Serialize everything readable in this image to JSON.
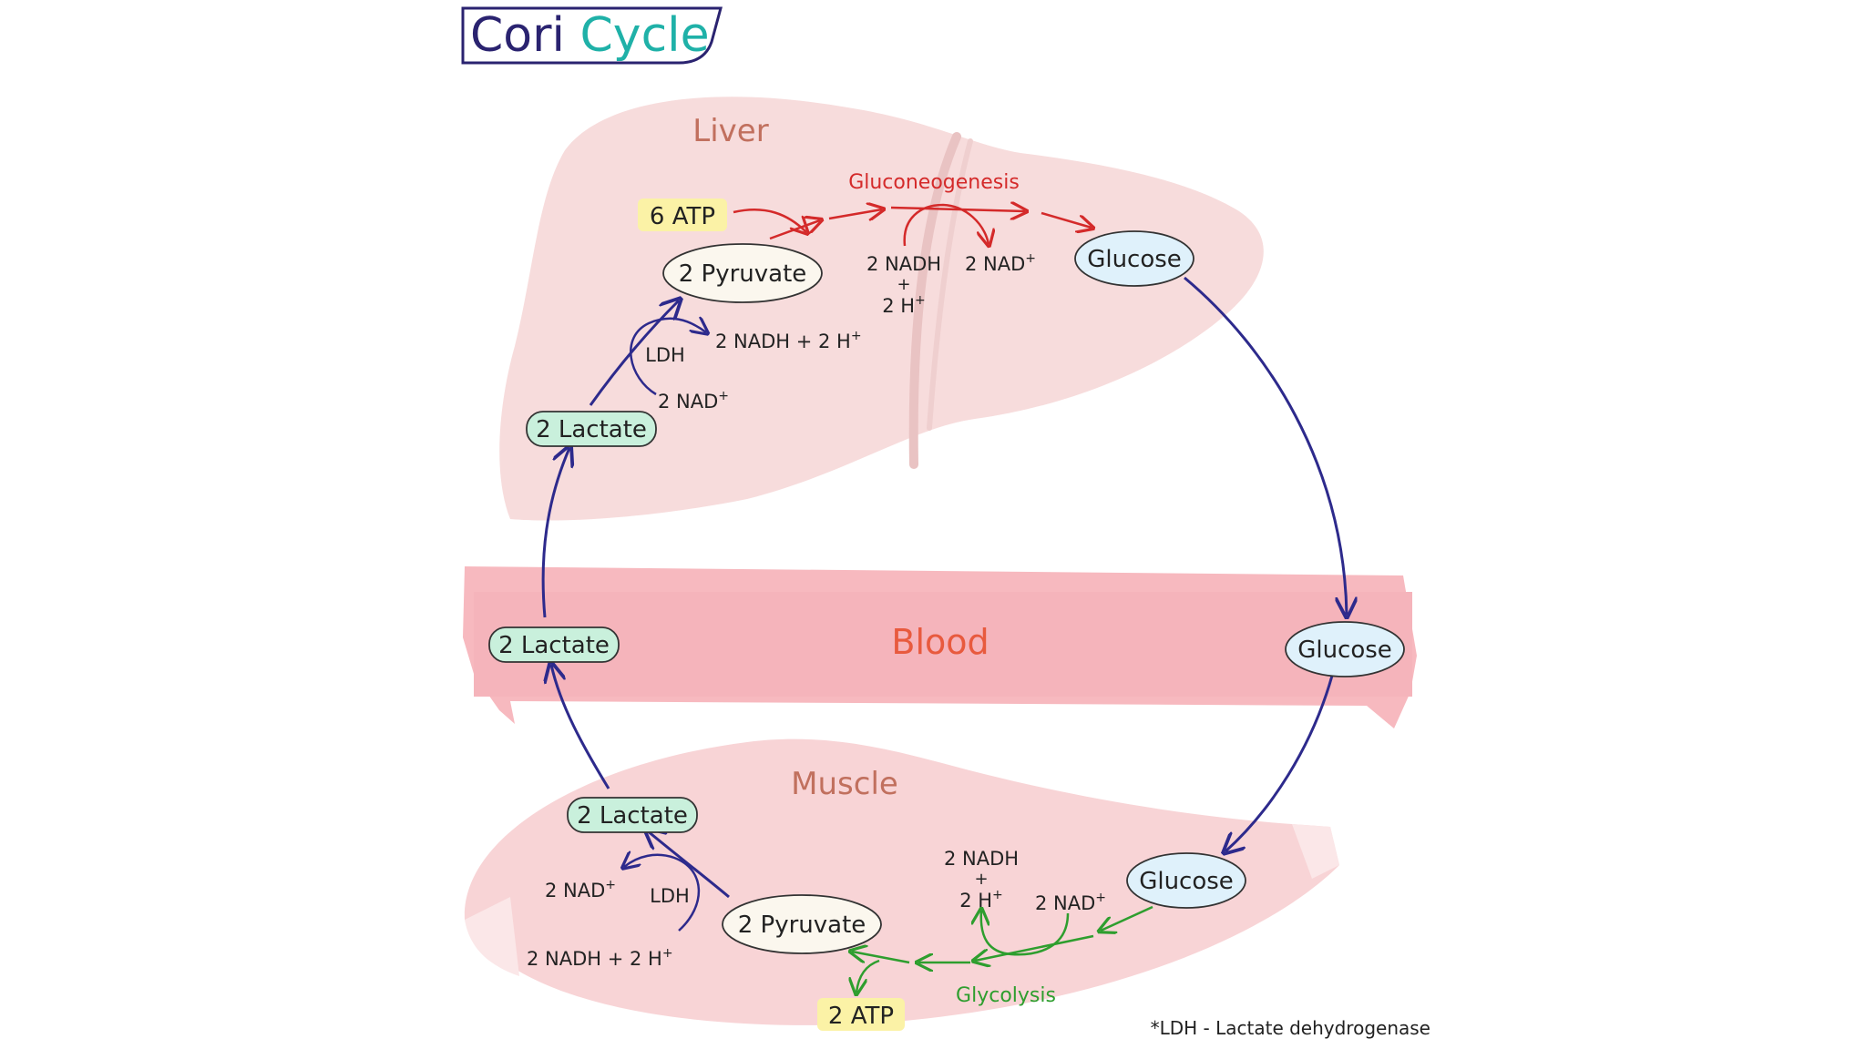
{
  "title": {
    "word1": "Cori",
    "word2": "Cycle"
  },
  "regions": {
    "liver": "Liver",
    "blood": "Blood",
    "muscle": "Muscle"
  },
  "liver": {
    "atp": "6 ATP",
    "pyruvate": "2 Pyruvate",
    "lactate": "2 Lactate",
    "glucose": "Glucose",
    "process": "Gluconeogenesis",
    "nadh_in_line1": "2 NADH",
    "nadh_in_plus": "+",
    "nadh_in_line2": "2 H",
    "nad_out": "2 NAD",
    "ldh": "LDH",
    "ldh_product": "2 NADH + 2 H",
    "ldh_substrate": "2 NAD"
  },
  "blood": {
    "lactate": "2 Lactate",
    "glucose": "Glucose"
  },
  "muscle": {
    "glucose": "Glucose",
    "pyruvate": "2 Pyruvate",
    "lactate": "2 Lactate",
    "atp": "2 ATP",
    "process": "Glycolysis",
    "nadh_line1": "2 NADH",
    "nadh_plus": "+",
    "nadh_line2": "2 H",
    "nad_in": "2 NAD",
    "ldh": "LDH",
    "ldh_product": "2 NAD",
    "ldh_substrate": "2 NADH + 2 H"
  },
  "superscript_plus": "+",
  "footnote": "*LDH - Lactate dehydrogenase",
  "colors": {
    "title_dark": "#2a2370",
    "title_teal": "#1fb1a8",
    "liver_fill": "#f7dcdc",
    "blood_band": "#f7b9bf",
    "muscle_fill": "#f8d4d6",
    "region_label": "#c1705e",
    "blood_label": "#e85a3e",
    "gluconeogenesis": "#d42a2a",
    "glycolysis": "#2e9e2e",
    "cycle_arrow": "#2d2a8c",
    "lactate_fill": "#c9f0dc",
    "glucose_fill": "#dff1fb",
    "atp_fill": "#fbf2a6",
    "pyruvate_fill": "#fbf7ee"
  }
}
